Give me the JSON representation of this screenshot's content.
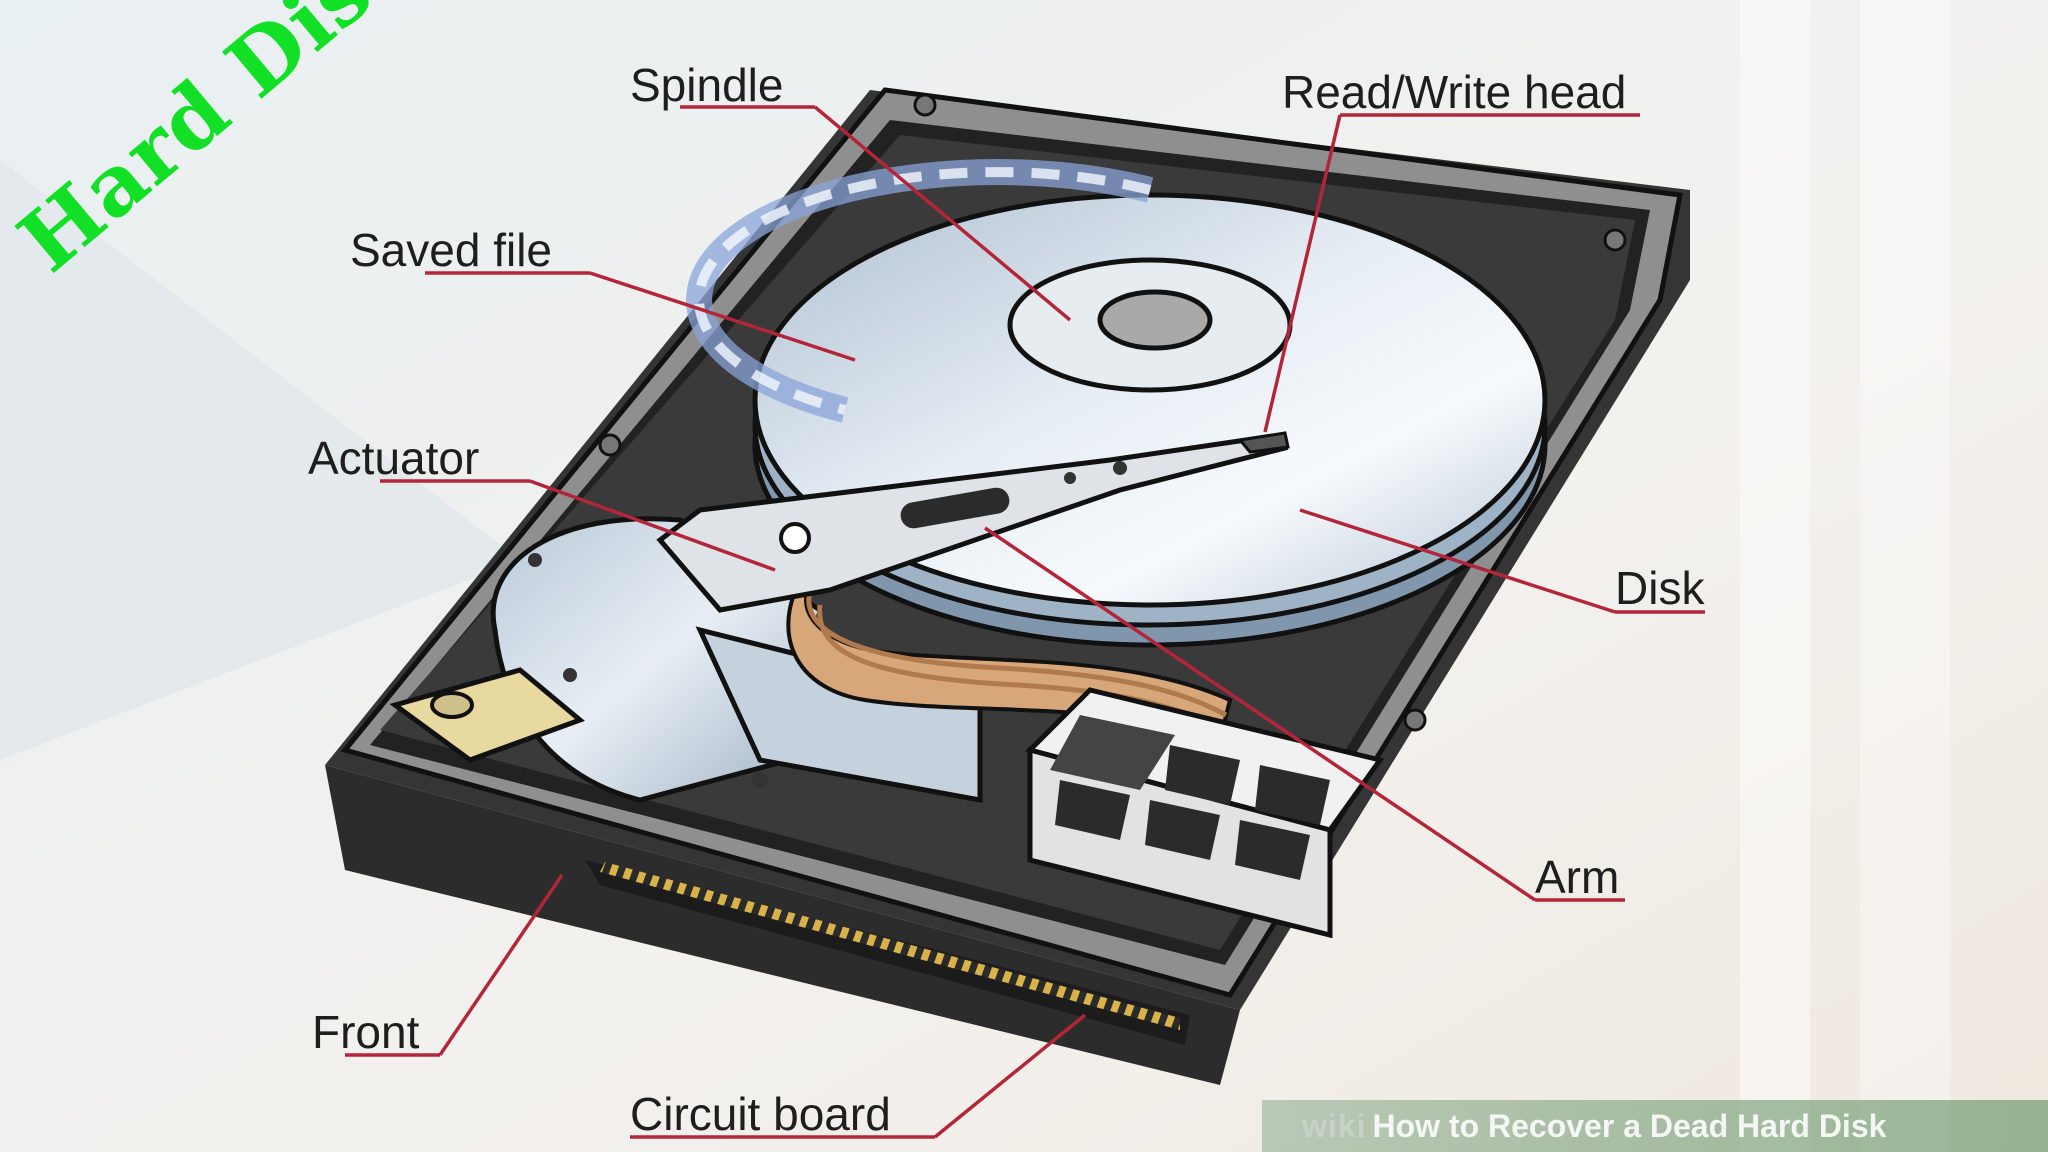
{
  "title": "Hard Disk",
  "labels": {
    "spindle": "Spindle",
    "read_write_head": "Read/Write head",
    "saved_file": "Saved file",
    "actuator": "Actuator",
    "disk": "Disk",
    "arm": "Arm",
    "front": "Front",
    "circuit_board": "Circuit board"
  },
  "watermark": {
    "brand": "wiki",
    "text": "How to Recover a Dead Hard Disk"
  },
  "colors": {
    "title": "#12e026",
    "leader_line": "#b3263a",
    "casing": "#3c3c3c",
    "platter": "#c9d5e2",
    "ribbon": "#d7a77a"
  }
}
